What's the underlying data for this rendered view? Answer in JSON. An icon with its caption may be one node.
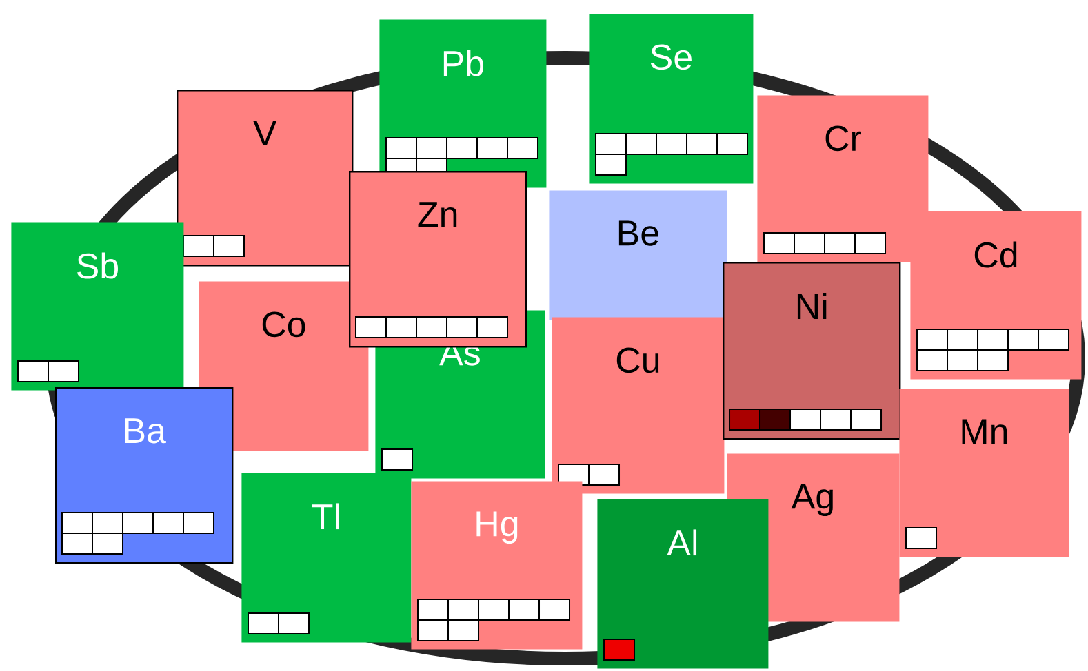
{
  "diagram": {
    "nodes": [
      {
        "text": [
          "Pb"
        ]
      },
      {
        "text": [
          "Se"
        ]
      },
      {
        "text": [
          "Co"
        ]
      },
      {
        "text": [
          "As"
        ]
      },
      {
        "text": [
          "V"
        ]
      },
      {
        "text": [
          "Zn"
        ]
      },
      {
        "text": [
          "Sb"
        ]
      },
      {
        "text": [
          "Ba"
        ]
      },
      {
        "text": [
          "Be"
        ]
      },
      {
        "text": [
          "Cu"
        ]
      },
      {
        "text": [
          "Cr"
        ]
      },
      {
        "text": [
          "Cd"
        ]
      },
      {
        "text": [
          "Ni"
        ]
      },
      {
        "text": [
          "Mn"
        ]
      },
      {
        "text": [
          "Ag"
        ]
      },
      {
        "text": [
          "Tl"
        ]
      },
      {
        "text": [
          "Hg"
        ]
      },
      {
        "text": [
          "Al"
        ]
      }
    ]
  }
}
